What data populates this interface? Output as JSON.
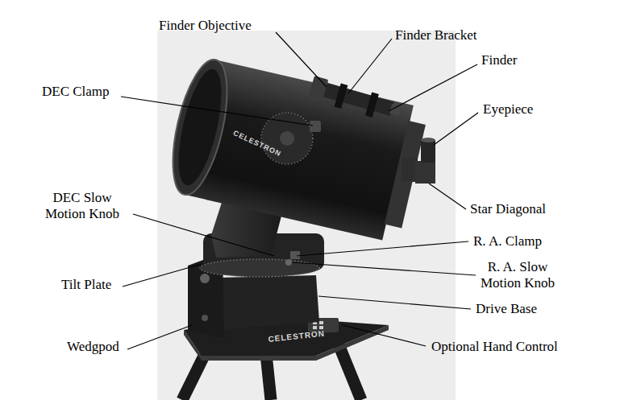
{
  "diagram": {
    "labels": [
      "Finder Objective",
      "Finder Bracket",
      "Finder",
      "DEC Clamp",
      "Eyepiece",
      "DEC Slow Motion Knob",
      "Star Diagonal",
      "R. A. Clamp",
      "R. A. Slow Motion Knob",
      "Tilt Plate",
      "Drive Base",
      "Wedgpod",
      "Optional Hand Control",
      "CELESTRON",
      "CELESTRON"
    ]
  }
}
